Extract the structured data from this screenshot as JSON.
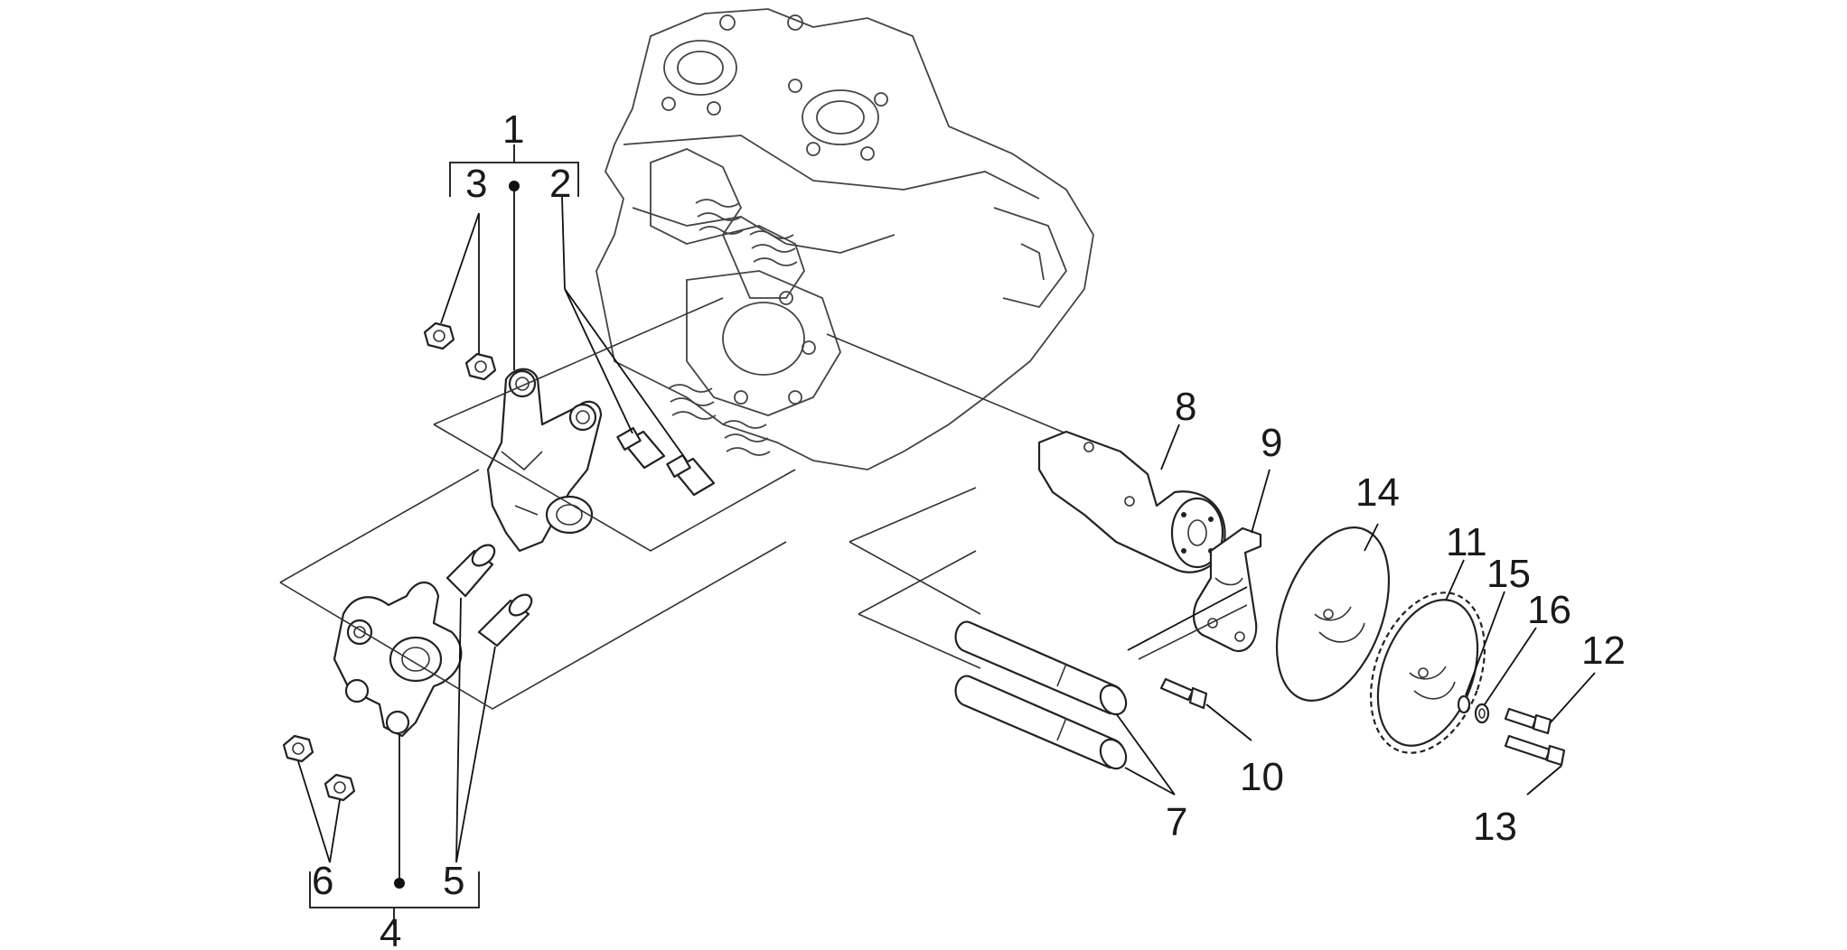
{
  "callouts": [
    {
      "id": "1",
      "label": "1"
    },
    {
      "id": "2",
      "label": "2"
    },
    {
      "id": "3",
      "label": "3"
    },
    {
      "id": "4",
      "label": "4"
    },
    {
      "id": "5",
      "label": "5"
    },
    {
      "id": "6",
      "label": "6"
    },
    {
      "id": "7",
      "label": "7"
    },
    {
      "id": "8",
      "label": "8"
    },
    {
      "id": "9",
      "label": "9"
    },
    {
      "id": "10",
      "label": "10"
    },
    {
      "id": "11",
      "label": "11"
    },
    {
      "id": "12",
      "label": "12"
    },
    {
      "id": "13",
      "label": "13"
    },
    {
      "id": "14",
      "label": "14"
    },
    {
      "id": "15",
      "label": "15"
    },
    {
      "id": "16",
      "label": "16"
    }
  ],
  "colors": {
    "line": "#222222",
    "background": "#ffffff"
  }
}
